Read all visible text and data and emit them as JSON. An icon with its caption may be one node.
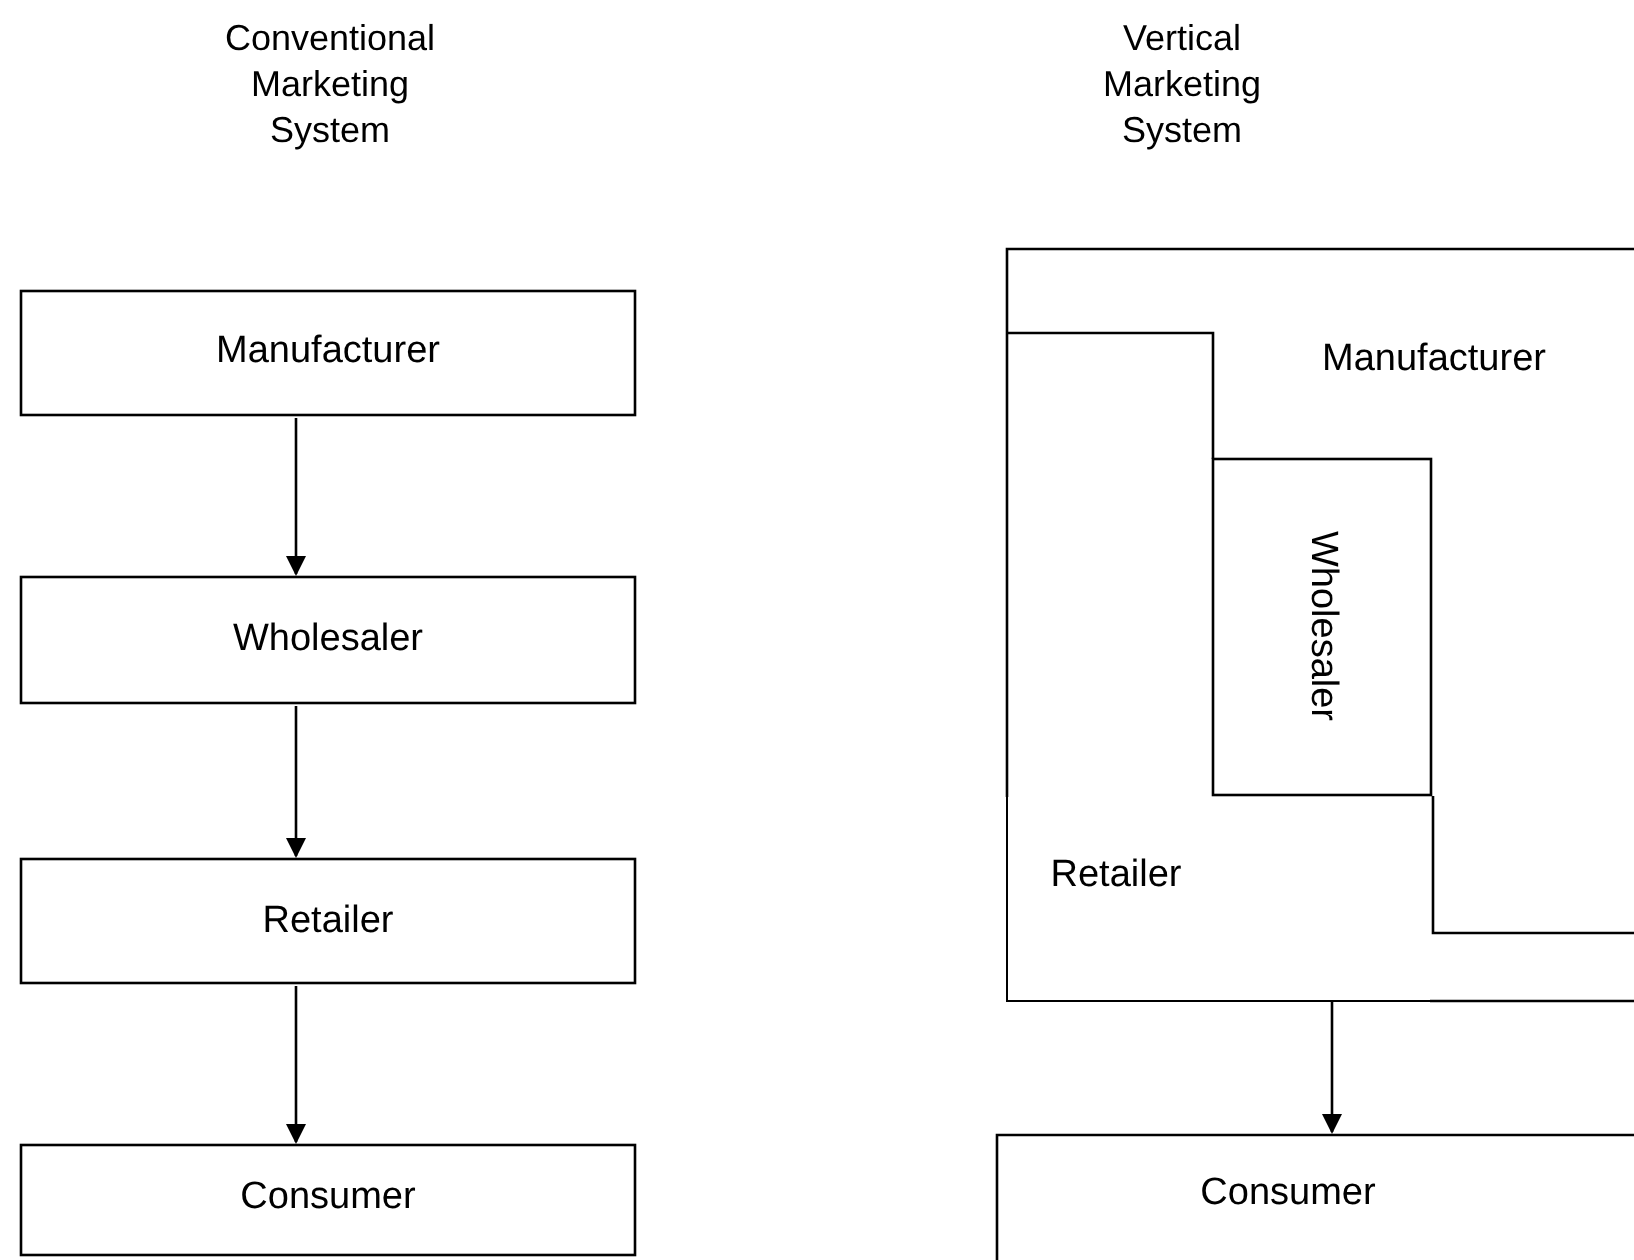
{
  "diagram": {
    "nodes": [
      {
        "text": [
          "Manufacturer"
        ]
      },
      {
        "text": [
          "Wholesaler"
        ]
      },
      {
        "text": [
          "Retailer"
        ]
      },
      {
        "text": [
          "Consumer"
        ]
      },
      {
        "text": [
          "Manufacturer"
        ]
      },
      {
        "text": [
          "Wholesaler"
        ]
      },
      {
        "text": [
          "Retailer"
        ]
      },
      {
        "text": [
          "Consumer"
        ]
      }
    ],
    "edges": [
      {
        "from": 0,
        "to": 1,
        "arrow": "to"
      },
      {
        "from": 1,
        "to": 2,
        "arrow": "to"
      },
      {
        "from": 2,
        "to": 3,
        "arrow": "to"
      },
      {
        "from": 6,
        "to": 7,
        "arrow": "to"
      }
    ],
    "labels": [
      "Conventional Marketing System",
      "Vertical Marketing System"
    ]
  }
}
